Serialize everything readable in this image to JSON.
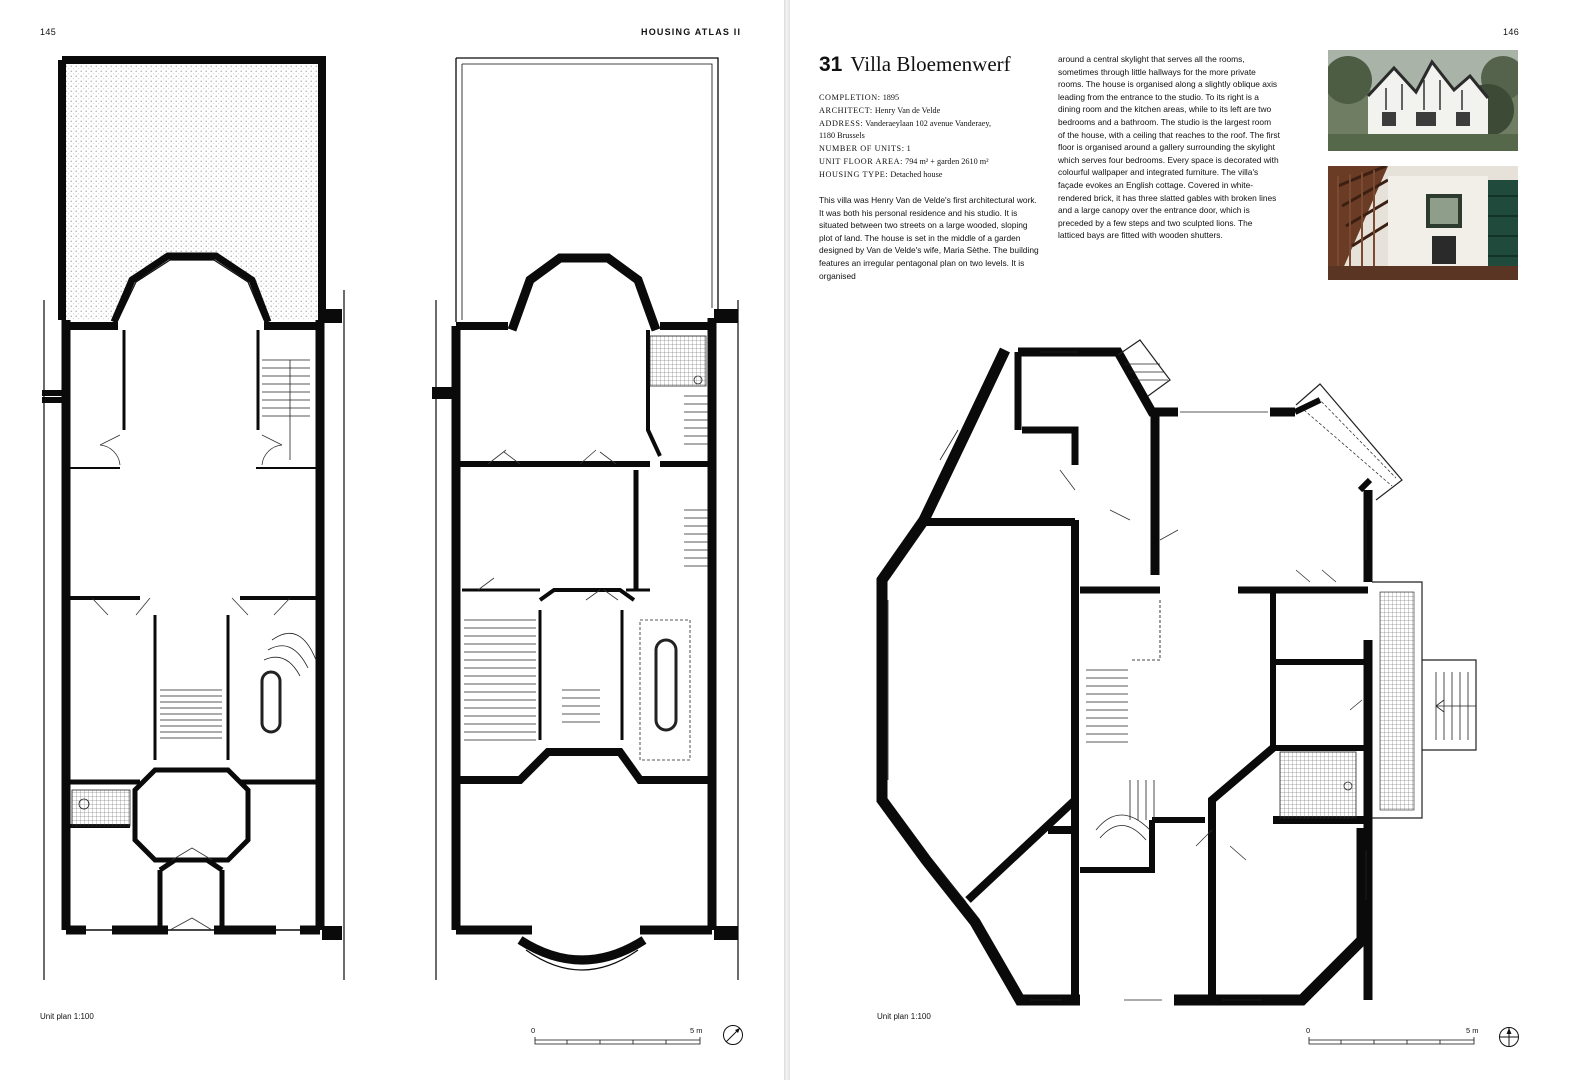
{
  "left_page": {
    "folio": "145",
    "running_head": "HOUSING ATLAS II",
    "caption": "Unit plan 1:100",
    "scale_start": "0",
    "scale_end": "5 m"
  },
  "right_page": {
    "folio": "146",
    "caption": "Unit plan 1:100",
    "scale_start": "0",
    "scale_end": "5 m"
  },
  "project": {
    "number": "31",
    "name": "Villa Bloemenwerf",
    "meta": [
      {
        "label": "COMPLETION:",
        "value": "1895"
      },
      {
        "label": "ARCHITECT:",
        "value": "Henry Van de Velde"
      },
      {
        "label": "ADDRESS:",
        "value": "Vanderaeylaan 102 avenue Vanderaey,"
      },
      {
        "label": "",
        "value": "1180 Brussels"
      },
      {
        "label": "NUMBER OF UNITS:",
        "value": "1"
      },
      {
        "label": "UNIT FLOOR AREA:",
        "value": "794 m² + garden 2610 m²"
      },
      {
        "label": "HOUSING TYPE:",
        "value": "Detached house"
      }
    ],
    "text_col1": "This villa was Henry Van de Velde's first architectural work. It was both his personal residence and his studio. It is situated between two streets on a large wooded, sloping plot of land. The house is set in the middle of a garden designed by Van de Velde's wife, Maria Sèthe. The building features an irregular pentagonal plan on two levels. It is organised",
    "text_col2": "around a central skylight that serves all the rooms, sometimes through little hallways for the more private rooms. The house is organised along a slightly oblique axis leading from the entrance to the studio. To its right is a dining room and the kitchen areas, while to its left are two bedrooms and a bathroom. The studio is the largest room of the house, with a ceiling that reaches to the roof. The first floor is organised around a gallery surrounding the skylight which serves four bedrooms. Every space is decorated with colourful wallpaper and integrated furniture. The villa's façade evokes an English cottage. Covered in white-rendered brick, it has three slatted gables with broken lines and a large canopy over the entrance door, which is preceded by a few steps and two sculpted lions. The latticed bays are fitted with wooden shutters."
  },
  "colors": {
    "wall": "#0a0a0a",
    "paper": "#ffffff",
    "hatch": "#9a9a9a"
  }
}
